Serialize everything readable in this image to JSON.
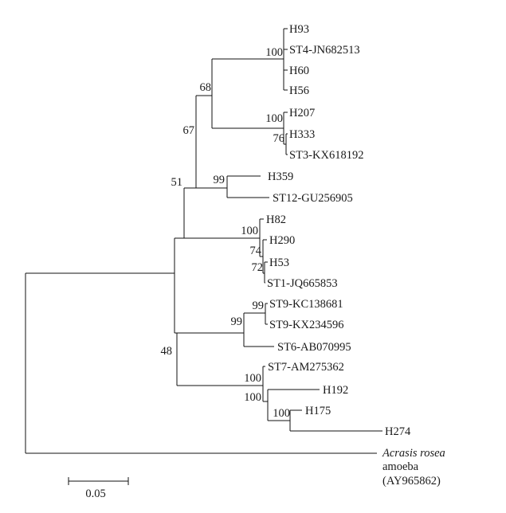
{
  "tree": {
    "taxa": {
      "h93": "H93",
      "st4": "ST4-JN682513",
      "h60": "H60",
      "h56": "H56",
      "h207": "H207",
      "h333": "H333",
      "st3": "ST3-KX618192",
      "h359": "H359",
      "st12": "ST12-GU256905",
      "h82": "H82",
      "h290": "H290",
      "h53": "H53",
      "st1": "ST1-JQ665853",
      "st9a": "ST9-KC138681",
      "st9b": "ST9-KX234596",
      "st6": "ST6-AB070995",
      "st7": "ST7-AM275362",
      "h192": "H192",
      "h175": "H175",
      "h274": "H274",
      "outgroup_species": "Acrasis rosea",
      "outgroup_line2": "amoeba",
      "outgroup_line3": "(AY965862)"
    },
    "bootstrap": {
      "st4_clade": "100",
      "st3_clade": "100",
      "h333_st3": "76",
      "st4_st3": "68",
      "st12_clade": "99",
      "upper_group": "67",
      "st1_clade": "100",
      "h290_node": "74",
      "h53_node": "72",
      "top_group": "51",
      "st9_clade": "99",
      "st9_st6": "99",
      "st7_clade": "100",
      "h_inner": "100",
      "h175_h274": "100",
      "lower_group": "48"
    },
    "scale_bar": {
      "label": "0.05"
    }
  }
}
